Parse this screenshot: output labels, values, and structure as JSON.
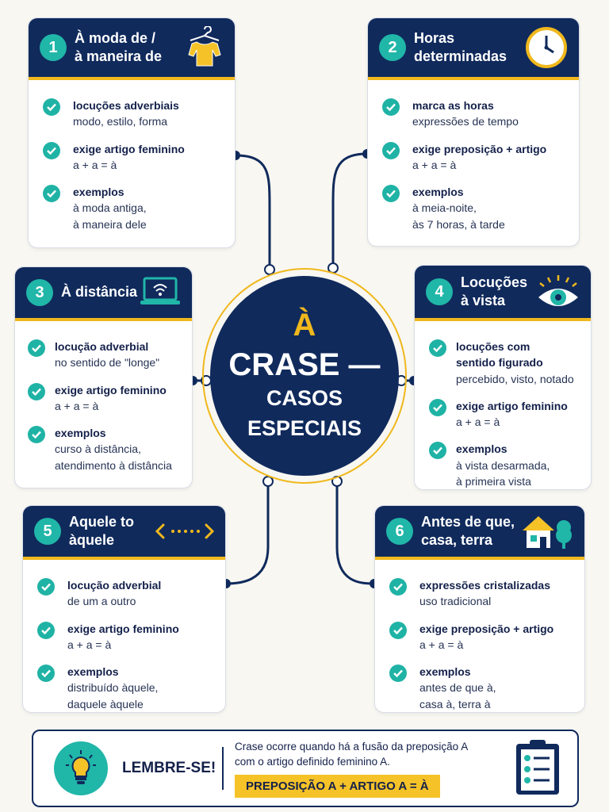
{
  "center": {
    "accent": "À",
    "title": "CRASE —",
    "subtitle_1": "CASOS",
    "subtitle_2": "ESPECIAIS"
  },
  "cards": [
    {
      "num": "1",
      "title_1": "À moda de /",
      "title_2": "à maneira de",
      "icon": "shirt-icon",
      "items": [
        {
          "title": "locuções adverbiais",
          "lines": [
            "modo, estilo, forma"
          ]
        },
        {
          "title": "exige artigo feminino",
          "lines": [
            "a + a = à"
          ]
        },
        {
          "title": "exemplos",
          "lines": [
            "à moda antiga,",
            "à maneira dele"
          ]
        }
      ]
    },
    {
      "num": "2",
      "title_1": "Horas",
      "title_2": "determinadas",
      "icon": "clock-icon",
      "items": [
        {
          "title": "marca as horas",
          "lines": [
            "expressões de tempo"
          ]
        },
        {
          "title": "exige preposição + artigo",
          "lines": [
            "a + a = à"
          ]
        },
        {
          "title": "exemplos",
          "lines": [
            "à meia-noite,",
            "às 7 horas, à tarde"
          ]
        }
      ]
    },
    {
      "num": "3",
      "title_1": "À distância",
      "title_2": "",
      "icon": "laptop-wifi-icon",
      "items": [
        {
          "title": "locução adverbial",
          "lines": [
            "no sentido de \"longe\""
          ]
        },
        {
          "title": "exige artigo feminino",
          "lines": [
            "a + a = à"
          ]
        },
        {
          "title": "exemplos",
          "lines": [
            "curso à distância,",
            "atendimento à distância"
          ]
        }
      ]
    },
    {
      "num": "4",
      "title_1": "Locuções",
      "title_2": "à vista",
      "icon": "eye-icon",
      "items": [
        {
          "title": "locuções com",
          "title_2": "sentido figurado",
          "lines": [
            "percebido, visto, notado"
          ]
        },
        {
          "title": "exige artigo feminino",
          "lines": [
            "a + a = à"
          ]
        },
        {
          "title": "exemplos",
          "lines": [
            "à vista desarmada,",
            "à primeira vista"
          ]
        }
      ]
    },
    {
      "num": "5",
      "title_1": "Aquele to",
      "title_2": "àquele",
      "icon": "arrows-icon",
      "items": [
        {
          "title": "locução adverbial",
          "lines": [
            "de um a outro"
          ]
        },
        {
          "title": "exige artigo feminino",
          "lines": [
            "a + a = à"
          ]
        },
        {
          "title": "exemplos",
          "lines": [
            "distribuído àquele,",
            "daquele àquele"
          ]
        }
      ]
    },
    {
      "num": "6",
      "title_1": "Antes de que,",
      "title_2": "casa, terra",
      "icon": "house-tree-icon",
      "items": [
        {
          "title": "expressões cristalizadas",
          "lines": [
            "uso tradicional"
          ]
        },
        {
          "title": "exige preposição + artigo",
          "lines": [
            "a + a = à"
          ]
        },
        {
          "title": "exemplos",
          "lines": [
            "antes de que à,",
            "casa à, terra à"
          ]
        }
      ]
    }
  ],
  "footer": {
    "label": "LEMBRE-SE!",
    "text_1": "Crase ocorre quando há a fusão da preposição A",
    "text_2": "com o artigo definido feminino A.",
    "formula": "PREPOSIÇÃO A + ARTIGO A = À",
    "icons": [
      "lightbulb-icon",
      "checklist-icon"
    ]
  },
  "colors": {
    "navy": "#102a5c",
    "teal": "#20b6a8",
    "yellow": "#f0b81d",
    "background": "#f8f7f2"
  }
}
